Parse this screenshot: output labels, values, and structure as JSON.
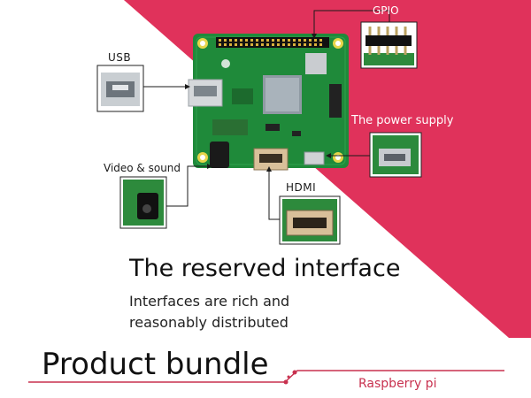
{
  "labels": {
    "gpio": "GPIO",
    "usb": "USB",
    "power": "The power supply",
    "video": "Video & sound",
    "hdmi": "HDMI"
  },
  "headline": "The reserved interface",
  "subline": [
    "Interfaces are rich and",
    "reasonably distributed"
  ],
  "bundle": "Product bundle",
  "brand": "Raspberry pi",
  "colors": {
    "accent": "#e0325b",
    "board": "#1f8a3a",
    "leader": "#1a1a1a"
  }
}
